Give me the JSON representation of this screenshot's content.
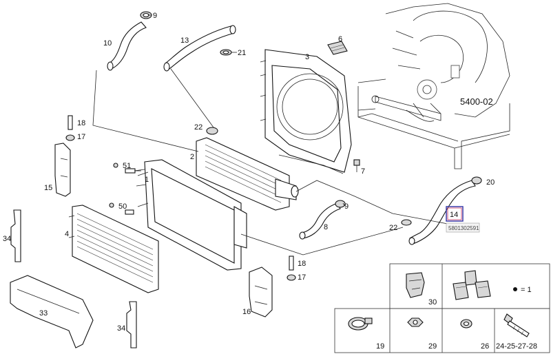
{
  "labels": {
    "p9a": "9",
    "p10": "10",
    "p13": "13",
    "p21": "21",
    "p6": "6",
    "p3": "3",
    "p18a": "18",
    "p17a": "17",
    "p15": "15",
    "p22a": "22",
    "p2": "2",
    "p7": "7",
    "p51": "51",
    "p50": "50",
    "p1": "1",
    "p4": "4",
    "p34a": "34",
    "p33": "33",
    "p34b": "34",
    "p9b": "9",
    "p8": "8",
    "p22b": "22",
    "p14": "14",
    "p20": "20",
    "p18b": "18",
    "p17b": "17",
    "p16": "16",
    "p30": "30",
    "p19": "19",
    "p29": "29",
    "p26": "26",
    "p24_28": "24-25-27-28"
  },
  "group_ref": "5400-02",
  "part_number": "5801302591",
  "legend_equals": "= 1"
}
